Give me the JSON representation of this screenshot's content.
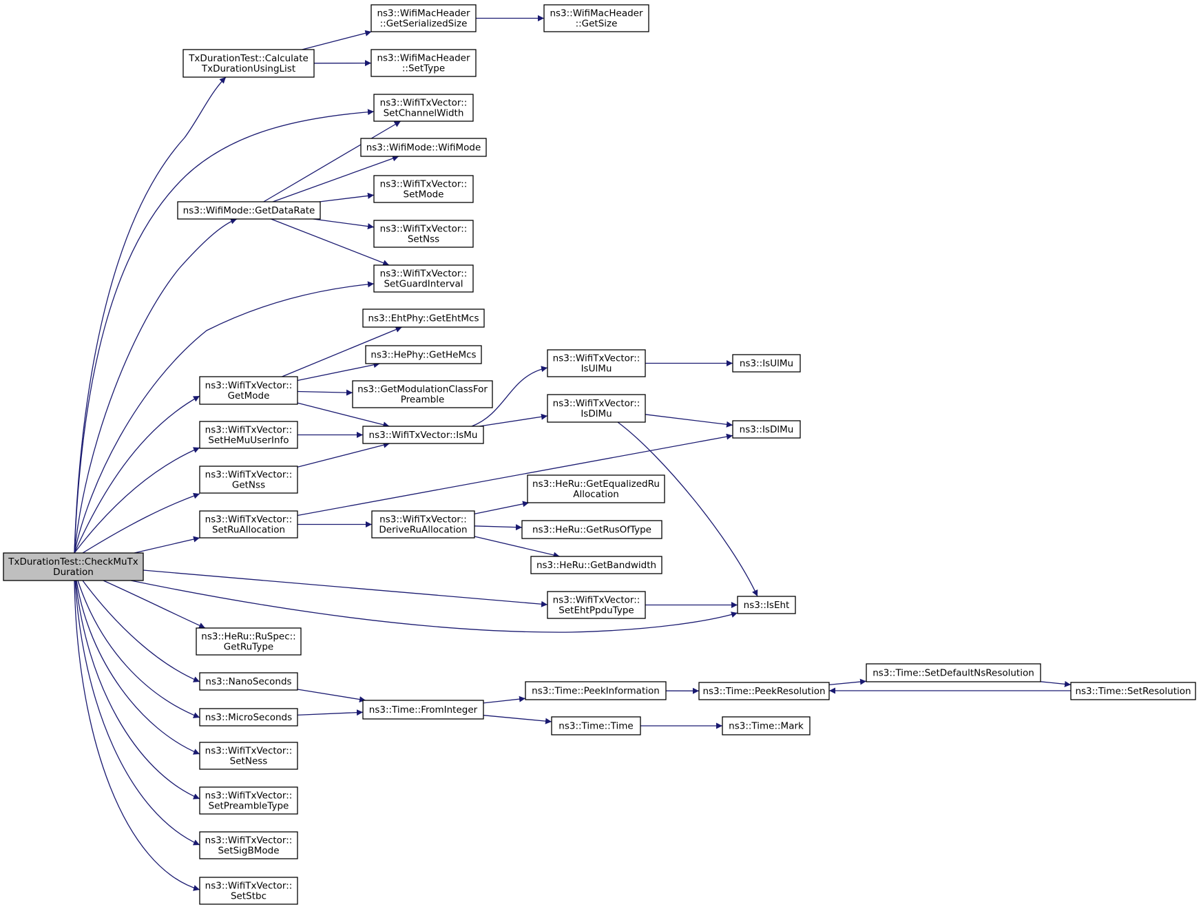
{
  "nodes": [
    {
      "id": "root",
      "lines": [
        "TxDurationTest::CheckMuTx",
        "Duration"
      ],
      "root": true
    },
    {
      "id": "calc",
      "lines": [
        "TxDurationTest::Calculate",
        "TxDurationUsingList"
      ]
    },
    {
      "id": "macSer",
      "lines": [
        "ns3::WifiMacHeader",
        "::GetSerializedSize"
      ]
    },
    {
      "id": "macSize",
      "lines": [
        "ns3::WifiMacHeader",
        "::GetSize"
      ]
    },
    {
      "id": "macType",
      "lines": [
        "ns3::WifiMacHeader",
        "::SetType"
      ]
    },
    {
      "id": "chWidth",
      "lines": [
        "ns3::WifiTxVector::",
        "SetChannelWidth"
      ]
    },
    {
      "id": "wifiMode",
      "lines": [
        "ns3::WifiMode::WifiMode"
      ]
    },
    {
      "id": "getDataRate",
      "lines": [
        "ns3::WifiMode::GetDataRate"
      ]
    },
    {
      "id": "setMode",
      "lines": [
        "ns3::WifiTxVector::",
        "SetMode"
      ]
    },
    {
      "id": "setNss",
      "lines": [
        "ns3::WifiTxVector::",
        "SetNss"
      ]
    },
    {
      "id": "guard",
      "lines": [
        "ns3::WifiTxVector::",
        "SetGuardInterval"
      ]
    },
    {
      "id": "ehtMcs",
      "lines": [
        "ns3::EhtPhy::GetEhtMcs"
      ]
    },
    {
      "id": "heMcs",
      "lines": [
        "ns3::HePhy::GetHeMcs"
      ]
    },
    {
      "id": "getMode",
      "lines": [
        "ns3::WifiTxVector::",
        "GetMode"
      ]
    },
    {
      "id": "modClass",
      "lines": [
        "ns3::GetModulationClassFor",
        "Preamble"
      ]
    },
    {
      "id": "isUlMuVec",
      "lines": [
        "ns3::WifiTxVector::",
        "IsUlMu"
      ]
    },
    {
      "id": "isUlMu",
      "lines": [
        "ns3::IsUlMu"
      ]
    },
    {
      "id": "isDlMuVec",
      "lines": [
        "ns3::WifiTxVector::",
        "IsDlMu"
      ]
    },
    {
      "id": "isDlMu",
      "lines": [
        "ns3::IsDlMu"
      ]
    },
    {
      "id": "heMuUser",
      "lines": [
        "ns3::WifiTxVector::",
        "SetHeMuUserInfo"
      ]
    },
    {
      "id": "isMu",
      "lines": [
        "ns3::WifiTxVector::IsMu"
      ]
    },
    {
      "id": "getNss",
      "lines": [
        "ns3::WifiTxVector::",
        "GetNss"
      ]
    },
    {
      "id": "eqRu",
      "lines": [
        "ns3::HeRu::GetEqualizedRu",
        "Allocation"
      ]
    },
    {
      "id": "setRuAlloc",
      "lines": [
        "ns3::WifiTxVector::",
        "SetRuAllocation"
      ]
    },
    {
      "id": "deriveRu",
      "lines": [
        "ns3::WifiTxVector::",
        "DeriveRuAllocation"
      ]
    },
    {
      "id": "rusOfType",
      "lines": [
        "ns3::HeRu::GetRusOfType"
      ]
    },
    {
      "id": "bandwidth",
      "lines": [
        "ns3::HeRu::GetBandwidth"
      ]
    },
    {
      "id": "ehtPpdu",
      "lines": [
        "ns3::WifiTxVector::",
        "SetEhtPpduType"
      ]
    },
    {
      "id": "isEht",
      "lines": [
        "ns3::IsEht"
      ]
    },
    {
      "id": "ruType",
      "lines": [
        "ns3::HeRu::RuSpec::",
        "GetRuType"
      ]
    },
    {
      "id": "nano",
      "lines": [
        "ns3::NanoSeconds"
      ]
    },
    {
      "id": "setDefNs",
      "lines": [
        "ns3::Time::SetDefaultNsResolution"
      ]
    },
    {
      "id": "peekInfo",
      "lines": [
        "ns3::Time::PeekInformation"
      ]
    },
    {
      "id": "peekRes",
      "lines": [
        "ns3::Time::PeekResolution"
      ]
    },
    {
      "id": "setRes",
      "lines": [
        "ns3::Time::SetResolution"
      ]
    },
    {
      "id": "fromInt",
      "lines": [
        "ns3::Time::FromInteger"
      ]
    },
    {
      "id": "micro",
      "lines": [
        "ns3::MicroSeconds"
      ]
    },
    {
      "id": "time",
      "lines": [
        "ns3::Time::Time"
      ]
    },
    {
      "id": "mark",
      "lines": [
        "ns3::Time::Mark"
      ]
    },
    {
      "id": "setNess",
      "lines": [
        "ns3::WifiTxVector::",
        "SetNess"
      ]
    },
    {
      "id": "preamble",
      "lines": [
        "ns3::WifiTxVector::",
        "SetPreambleType"
      ]
    },
    {
      "id": "sigB",
      "lines": [
        "ns3::WifiTxVector::",
        "SetSigBMode"
      ]
    },
    {
      "id": "stbc",
      "lines": [
        "ns3::WifiTxVector::",
        "SetStbc"
      ]
    }
  ],
  "edges": [
    [
      "root",
      "calc"
    ],
    [
      "calc",
      "macSer"
    ],
    [
      "macSer",
      "macSize"
    ],
    [
      "calc",
      "macType"
    ],
    [
      "root",
      "chWidth"
    ],
    [
      "root",
      "getDataRate"
    ],
    [
      "getDataRate",
      "chWidth"
    ],
    [
      "getDataRate",
      "wifiMode"
    ],
    [
      "getDataRate",
      "setMode"
    ],
    [
      "getDataRate",
      "setNss"
    ],
    [
      "getDataRate",
      "guard"
    ],
    [
      "root",
      "guard"
    ],
    [
      "root",
      "getMode"
    ],
    [
      "getMode",
      "ehtMcs"
    ],
    [
      "getMode",
      "heMcs"
    ],
    [
      "getMode",
      "modClass"
    ],
    [
      "getMode",
      "isMu"
    ],
    [
      "isMu",
      "isUlMuVec"
    ],
    [
      "isMu",
      "isDlMuVec"
    ],
    [
      "isUlMuVec",
      "isUlMu"
    ],
    [
      "isDlMuVec",
      "isDlMu"
    ],
    [
      "isDlMuVec",
      "isEht"
    ],
    [
      "root",
      "heMuUser"
    ],
    [
      "heMuUser",
      "isMu"
    ],
    [
      "root",
      "getNss"
    ],
    [
      "getNss",
      "isMu"
    ],
    [
      "root",
      "setRuAlloc"
    ],
    [
      "setRuAlloc",
      "isDlMu"
    ],
    [
      "setRuAlloc",
      "deriveRu"
    ],
    [
      "deriveRu",
      "eqRu"
    ],
    [
      "deriveRu",
      "rusOfType"
    ],
    [
      "deriveRu",
      "bandwidth"
    ],
    [
      "root",
      "ehtPpdu"
    ],
    [
      "ehtPpdu",
      "isEht"
    ],
    [
      "root",
      "isEht"
    ],
    [
      "root",
      "ruType"
    ],
    [
      "root",
      "nano"
    ],
    [
      "root",
      "micro"
    ],
    [
      "nano",
      "fromInt"
    ],
    [
      "micro",
      "fromInt"
    ],
    [
      "fromInt",
      "peekInfo"
    ],
    [
      "fromInt",
      "time"
    ],
    [
      "peekInfo",
      "peekRes"
    ],
    [
      "peekRes",
      "setDefNs"
    ],
    [
      "setDefNs",
      "setRes"
    ],
    [
      "setRes",
      "peekRes"
    ],
    [
      "time",
      "mark"
    ],
    [
      "root",
      "setNess"
    ],
    [
      "root",
      "preamble"
    ],
    [
      "root",
      "sigB"
    ],
    [
      "root",
      "stbc"
    ]
  ]
}
